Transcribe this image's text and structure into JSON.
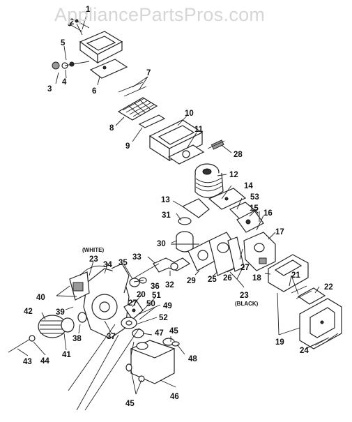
{
  "watermark": "AppliancePartsPros.com",
  "notes": {
    "white": "(WHITE)",
    "black": "(BLACK)"
  },
  "callouts": [
    "1",
    "2",
    "3",
    "4",
    "5",
    "6",
    "7",
    "8",
    "9",
    "10",
    "11",
    "12",
    "13",
    "14",
    "15",
    "16",
    "17",
    "18",
    "19",
    "20",
    "21",
    "22",
    "23",
    "24",
    "25",
    "26",
    "27",
    "28",
    "29",
    "30",
    "31",
    "32",
    "33",
    "34",
    "35",
    "36",
    "37",
    "38",
    "39",
    "40",
    "41",
    "42",
    "43",
    "44",
    "45",
    "46",
    "47",
    "48",
    "49",
    "50",
    "51",
    "52",
    "53"
  ],
  "callout_labels": {
    "c1": "1",
    "c2": "2",
    "c3": "3",
    "c4": "4",
    "c5": "5",
    "c6": "6",
    "c7": "7",
    "c8": "8",
    "c9": "9",
    "c10": "10",
    "c11": "11",
    "c12": "12",
    "c13": "13",
    "c14": "14",
    "c15": "15",
    "c16": "16",
    "c17": "17",
    "c18": "18",
    "c19": "19",
    "c20": "20",
    "c21": "21",
    "c22": "22",
    "c23a": "23",
    "c23b": "23",
    "c24": "24",
    "c25": "25",
    "c26": "26",
    "c27a": "27",
    "c27b": "27",
    "c28": "28",
    "c29": "29",
    "c30": "30",
    "c31": "31",
    "c32": "32",
    "c33": "33",
    "c34": "34",
    "c35": "35",
    "c36": "36",
    "c37": "37",
    "c38": "38",
    "c39": "39",
    "c40": "40",
    "c41": "41",
    "c42": "42",
    "c43": "43",
    "c44": "44",
    "c45a": "45",
    "c45b": "45",
    "c46": "46",
    "c47": "47",
    "c48": "48",
    "c49": "49",
    "c50": "50",
    "c51": "51",
    "c52": "52",
    "c53": "53"
  }
}
